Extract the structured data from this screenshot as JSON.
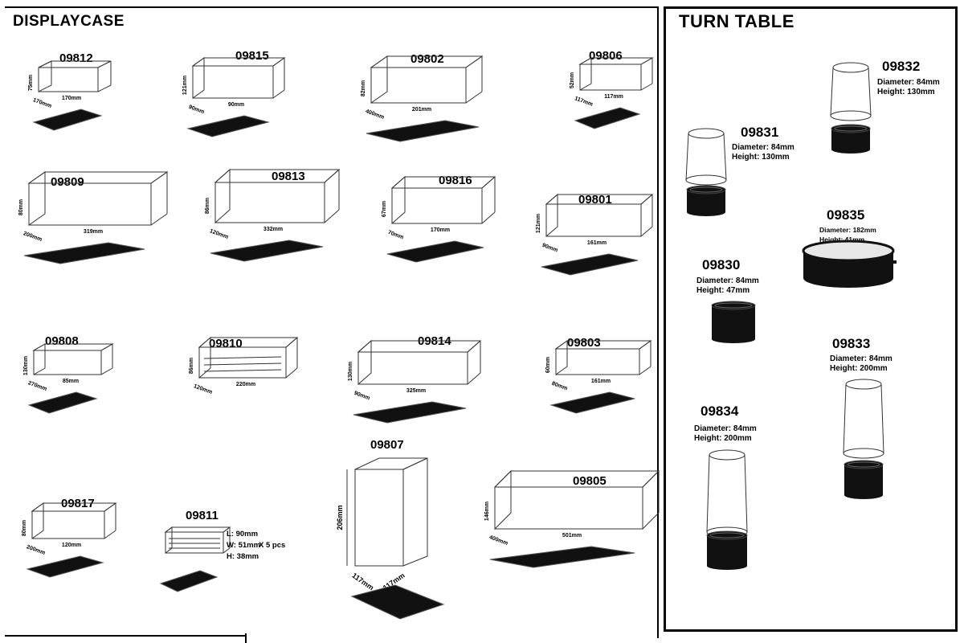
{
  "display": {
    "title": "DISPLAYCASE",
    "items": [
      {
        "code": "09812",
        "dims": [
          "75mm",
          "170mm",
          "170mm"
        ]
      },
      {
        "code": "09815",
        "dims": [
          "121mm",
          "90mm",
          "90mm"
        ]
      },
      {
        "code": "09802",
        "dims": [
          "82mm",
          "400mm",
          "201mm"
        ]
      },
      {
        "code": "09806",
        "dims": [
          "52mm",
          "117mm",
          "117mm"
        ]
      },
      {
        "code": "09809",
        "dims": [
          "80mm",
          "200mm",
          "319mm"
        ]
      },
      {
        "code": "09813",
        "dims": [
          "86mm",
          "120mm",
          "332mm"
        ]
      },
      {
        "code": "09816",
        "dims": [
          "67mm",
          "70mm",
          "170mm"
        ]
      },
      {
        "code": "09801",
        "dims": [
          "121mm",
          "90mm",
          "161mm"
        ]
      },
      {
        "code": "09808",
        "dims": [
          "130mm",
          "270mm",
          "85mm"
        ]
      },
      {
        "code": "09810",
        "dims": [
          "86mm",
          "120mm",
          "220mm"
        ]
      },
      {
        "code": "09814",
        "dims": [
          "130mm",
          "90mm",
          "325mm"
        ]
      },
      {
        "code": "09803",
        "dims": [
          "60mm",
          "80mm",
          "161mm"
        ]
      },
      {
        "code": "09817",
        "dims": [
          "80mm",
          "200mm",
          "120mm"
        ]
      },
      {
        "code": "09811",
        "spec": [
          "L: 90mm",
          "W: 51mm",
          "H: 38mm"
        ],
        "qty": "X 5 pcs"
      },
      {
        "code": "09807",
        "dims": [
          "206mm",
          "117mm",
          "117mm"
        ]
      },
      {
        "code": "09805",
        "dims": [
          "146mm",
          "400mm",
          "501mm"
        ]
      }
    ]
  },
  "turntable": {
    "title": "TURN TABLE",
    "items": [
      {
        "code": "09832",
        "diameter": "Diameter: 84mm",
        "height": "Height: 130mm"
      },
      {
        "code": "09831",
        "diameter": "Diameter: 84mm",
        "height": "Height: 130mm"
      },
      {
        "code": "09835",
        "diameter": "Diameter: 182mm",
        "height": "Height: 41mm"
      },
      {
        "code": "09830",
        "diameter": "Diameter: 84mm",
        "height": "Height: 47mm"
      },
      {
        "code": "09833",
        "diameter": "Diameter: 84mm",
        "height": "Height: 200mm"
      },
      {
        "code": "09834",
        "diameter": "Diameter: 84mm",
        "height": "Height: 200mm"
      }
    ]
  }
}
